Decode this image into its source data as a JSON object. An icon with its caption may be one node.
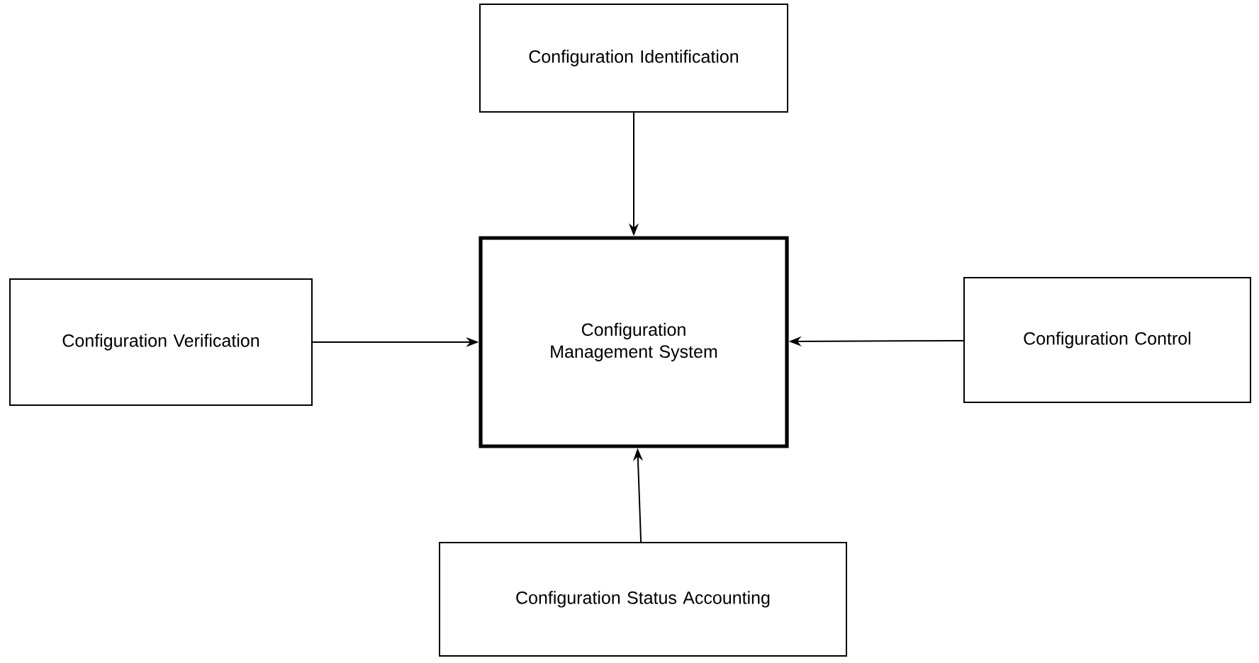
{
  "diagram": {
    "nodes": [
      {
        "text": [
          "Configuration Management System"
        ]
      },
      {
        "text": [
          "Configuration Identification"
        ]
      },
      {
        "text": [
          "Configuration Verification"
        ]
      },
      {
        "text": [
          "Configuration Control"
        ]
      },
      {
        "text": [
          "Configuration Status Accounting"
        ]
      }
    ],
    "edges": [
      {
        "from": 1,
        "to": 0,
        "arrow": "to"
      },
      {
        "from": 2,
        "to": 0,
        "arrow": "to"
      },
      {
        "from": 3,
        "to": 0,
        "arrow": "to"
      },
      {
        "from": 4,
        "to": 0,
        "arrow": "to"
      }
    ]
  }
}
